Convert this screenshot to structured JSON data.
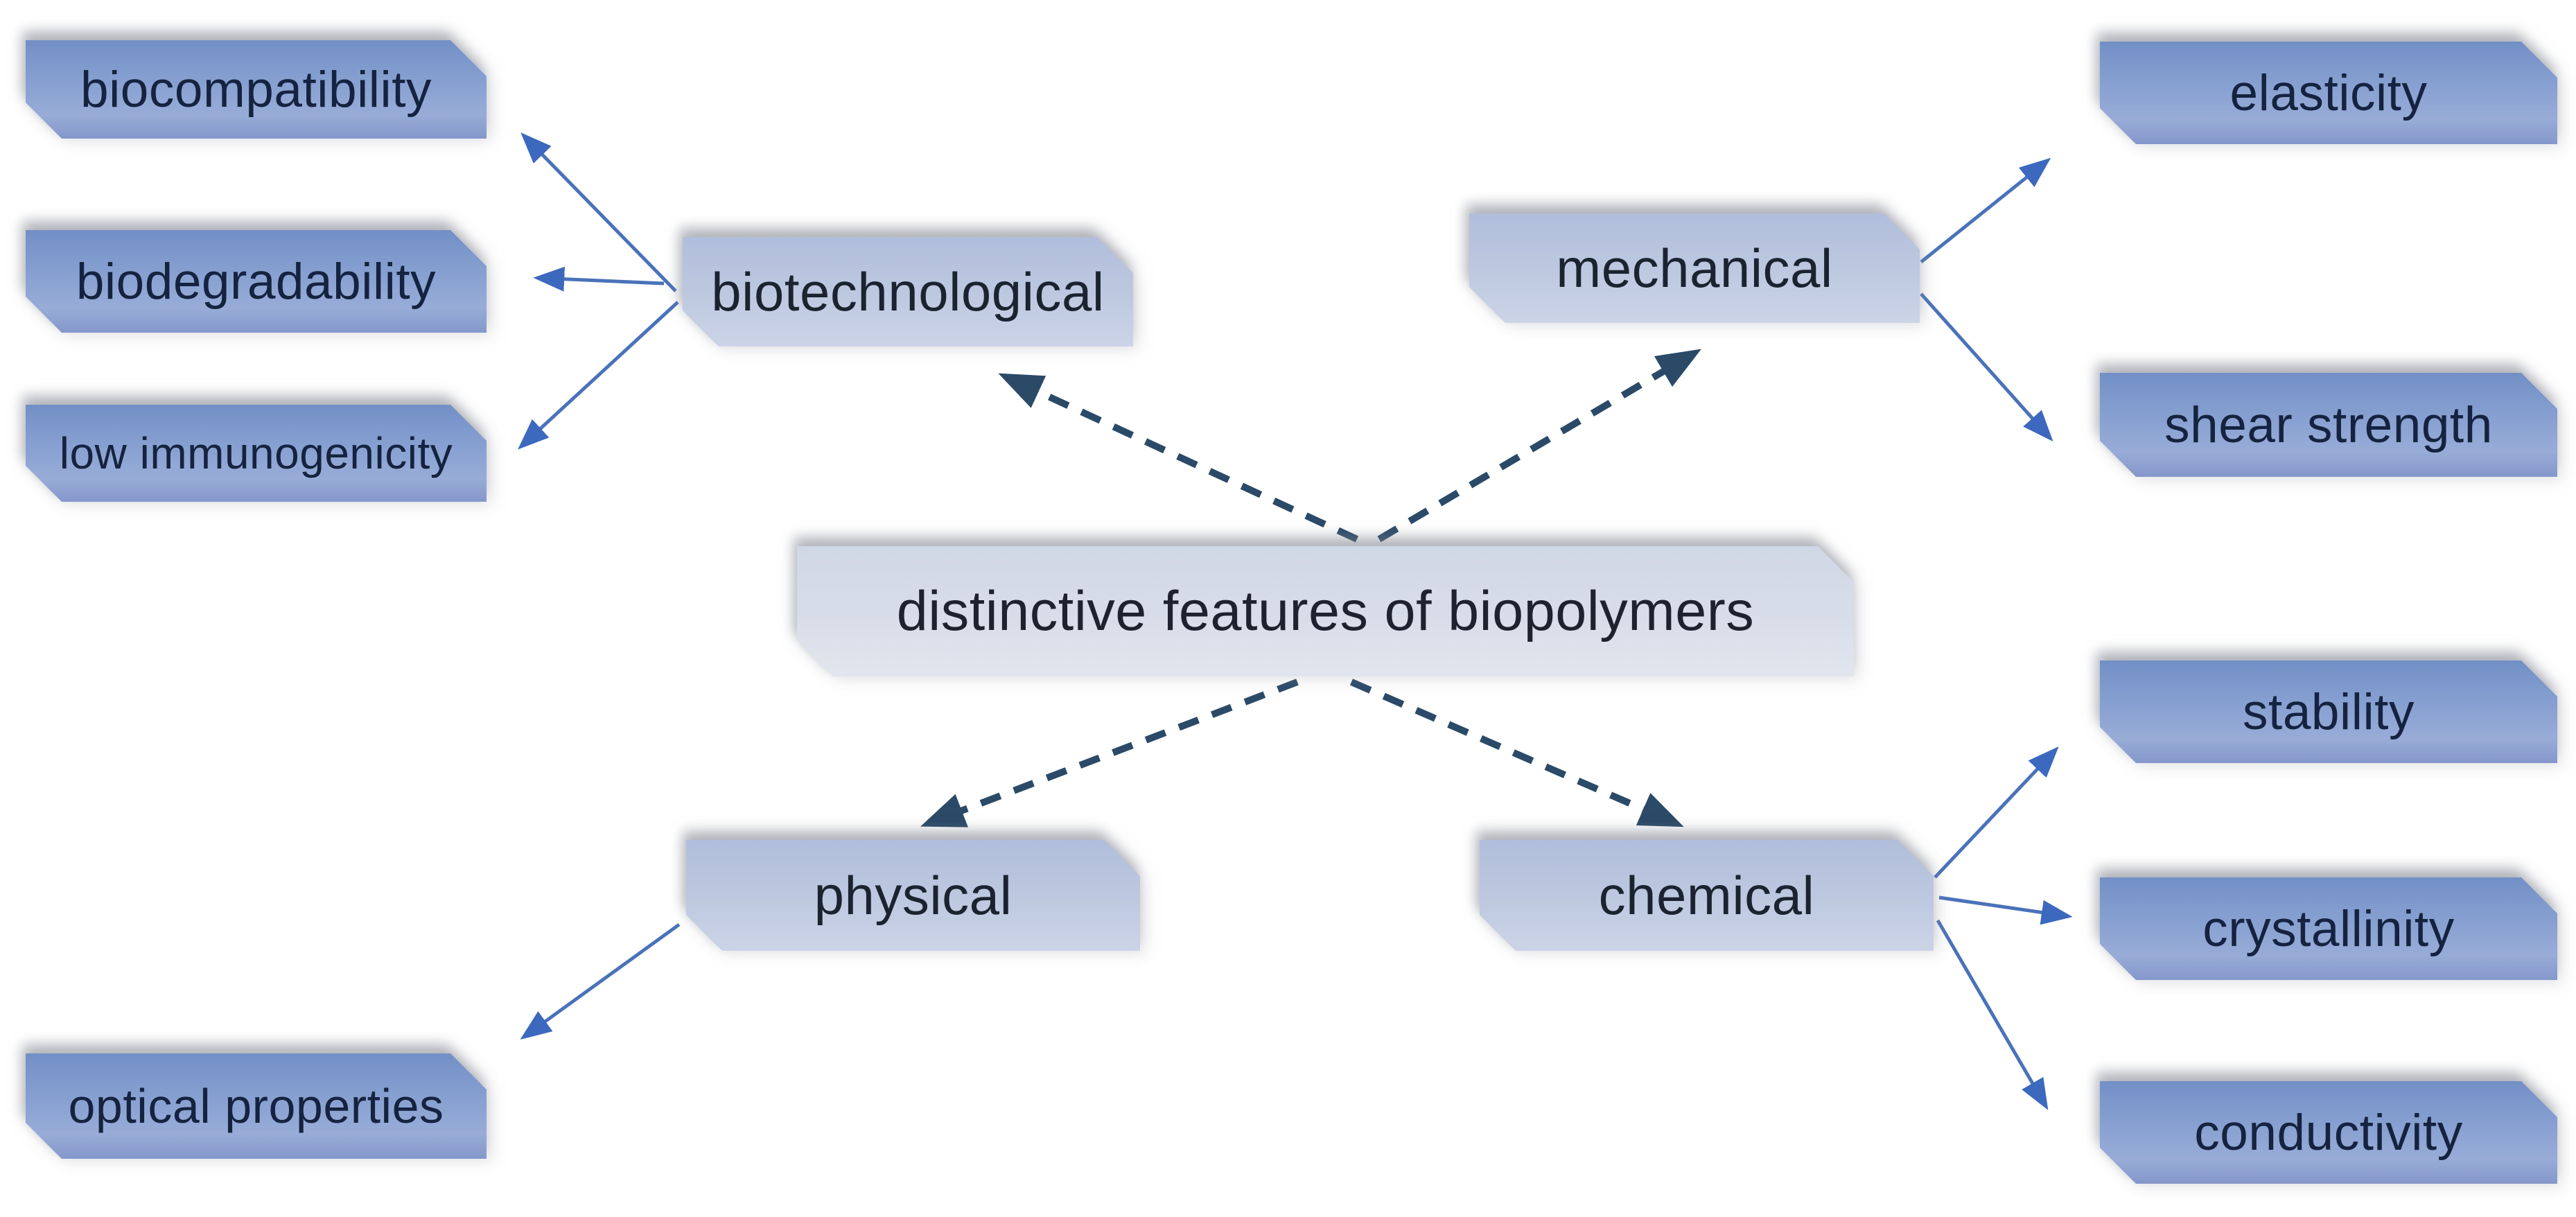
{
  "diagram": {
    "background": "#ffffff",
    "center": {
      "id": "distinctive-features",
      "label": "distinctive features of biopolymers"
    },
    "categories": [
      {
        "id": "biotechnological",
        "label": "biotechnological"
      },
      {
        "id": "mechanical",
        "label": "mechanical"
      },
      {
        "id": "physical",
        "label": "physical"
      },
      {
        "id": "chemical",
        "label": "chemical"
      }
    ],
    "features": [
      {
        "id": "biocompatibility",
        "label": "biocompatibility",
        "parent": "biotechnological"
      },
      {
        "id": "biodegradability",
        "label": "biodegradability",
        "parent": "biotechnological"
      },
      {
        "id": "low-immunogenicity",
        "label": "low immunogenicity",
        "parent": "biotechnological"
      },
      {
        "id": "elasticity",
        "label": "elasticity",
        "parent": "mechanical"
      },
      {
        "id": "shear-strength",
        "label": "shear strength",
        "parent": "mechanical"
      },
      {
        "id": "optical-properties",
        "label": "optical properties",
        "parent": "physical"
      },
      {
        "id": "stability",
        "label": "stability",
        "parent": "chemical"
      },
      {
        "id": "crystallinity",
        "label": "crystallinity",
        "parent": "chemical"
      },
      {
        "id": "conductivity",
        "label": "conductivity",
        "parent": "chemical"
      }
    ],
    "relations": [
      {
        "from": "distinctive-features",
        "to": "biotechnological",
        "style": "dashed"
      },
      {
        "from": "distinctive-features",
        "to": "mechanical",
        "style": "dashed"
      },
      {
        "from": "distinctive-features",
        "to": "physical",
        "style": "dashed"
      },
      {
        "from": "distinctive-features",
        "to": "chemical",
        "style": "dashed"
      },
      {
        "from": "biotechnological",
        "to": "biocompatibility",
        "style": "solid"
      },
      {
        "from": "biotechnological",
        "to": "biodegradability",
        "style": "solid"
      },
      {
        "from": "biotechnological",
        "to": "low-immunogenicity",
        "style": "solid"
      },
      {
        "from": "mechanical",
        "to": "elasticity",
        "style": "solid"
      },
      {
        "from": "mechanical",
        "to": "shear-strength",
        "style": "solid"
      },
      {
        "from": "physical",
        "to": "optical-properties",
        "style": "solid"
      },
      {
        "from": "chemical",
        "to": "stability",
        "style": "solid"
      },
      {
        "from": "chemical",
        "to": "crystallinity",
        "style": "solid"
      },
      {
        "from": "chemical",
        "to": "conductivity",
        "style": "solid"
      }
    ],
    "colors": {
      "feature_box_top": "#7290c6",
      "feature_box_bottom": "#98acd7",
      "category_box_top": "#b1bedb",
      "category_box_bottom": "#ccd4e7",
      "center_box_top": "#d0d7e5",
      "center_box_bottom": "#e1e6ee",
      "solid_arrow": "#4a72ba",
      "solid_arrow_head": "#3c68be",
      "dashed_arrow": "#2b4a68",
      "text_dark": "#14233f"
    }
  }
}
